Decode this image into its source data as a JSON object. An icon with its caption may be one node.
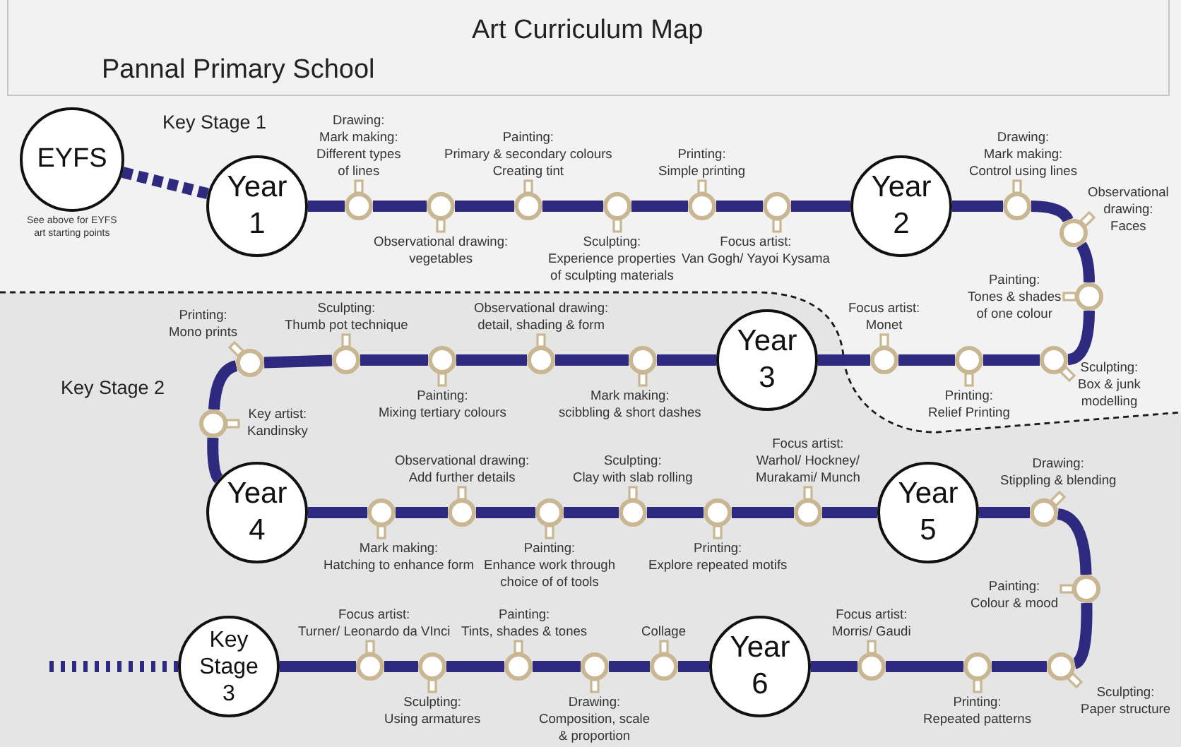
{
  "diagram": {
    "title": "Art Curriculum Map",
    "nodes": [
      {
        "text": [
          "EYFS"
        ],
        "beside": [
          "See above for EYFS art starting points"
        ]
      },
      {
        "text": [
          "Year 1"
        ]
      },
      {
        "text": [],
        "shape": "circle",
        "beside": [
          "Drawing: Mark making: Different types of lines"
        ]
      },
      {
        "text": [],
        "shape": "circle",
        "beside": [
          "Observational drawing: vegetables"
        ]
      },
      {
        "text": [],
        "shape": "circle",
        "beside": [
          "Painting: Primary & secondary colours Creating tint"
        ]
      },
      {
        "text": [],
        "shape": "circle",
        "beside": [
          "Sculpting: Experience properties of sculpting materials"
        ]
      },
      {
        "text": [],
        "shape": "circle",
        "beside": [
          "Printing: Simple printing"
        ]
      },
      {
        "text": [],
        "shape": "circle",
        "beside": [
          "Focus artist: Van Gogh/ Yayoi Kysama"
        ]
      },
      {
        "text": [
          "Year 2"
        ]
      },
      {
        "text": [],
        "shape": "circle",
        "beside": [
          "Drawing: Mark making: Control using lines"
        ]
      },
      {
        "text": [],
        "shape": "circle",
        "beside": [
          "Observational drawing: Faces"
        ]
      },
      {
        "text": [],
        "shape": "circle",
        "beside": [
          "Painting: Tones & shades of one colour"
        ]
      },
      {
        "text": [],
        "shape": "circle",
        "beside": [
          "Sculpting: Box & junk modelling"
        ]
      },
      {
        "text": [],
        "shape": "circle",
        "beside": [
          "Printing: Relief Printing"
        ]
      },
      {
        "text": [],
        "shape": "circle",
        "beside": [
          "Focus artist: Monet"
        ]
      },
      {
        "text": [
          "Year 3"
        ]
      },
      {
        "text": [],
        "shape": "circle",
        "beside": [
          "Mark making: scibbling & short dashes"
        ]
      },
      {
        "text": [],
        "shape": "circle",
        "beside": [
          "Observational drawing: detail, shading & form"
        ]
      },
      {
        "text": [],
        "shape": "circle",
        "beside": [
          "Painting: Mixing tertiary colours"
        ]
      },
      {
        "text": [],
        "shape": "circle",
        "beside": [
          "Sculpting: Thumb pot technique"
        ]
      },
      {
        "text": [],
        "shape": "circle",
        "beside": [
          "Printing: Mono prints"
        ]
      },
      {
        "text": [],
        "shape": "circle",
        "beside": [
          "Key artist: Kandinsky"
        ]
      },
      {
        "text": [
          "Year 4"
        ]
      },
      {
        "text": [],
        "shape": "circle",
        "beside": [
          "Mark making: Hatching to enhance form"
        ]
      },
      {
        "text": [],
        "shape": "circle",
        "beside": [
          "Observational drawing: Add further details"
        ]
      },
      {
        "text": [],
        "shape": "circle",
        "beside": [
          "Painting: Enhance work through choice of of tools"
        ]
      },
      {
        "text": [],
        "shape": "circle",
        "beside": [
          "Sculpting: Clay with slab rolling"
        ]
      },
      {
        "text": [],
        "shape": "circle",
        "beside": [
          "Printing: Explore repeated motifs"
        ]
      },
      {
        "text": [],
        "shape": "circle",
        "beside": [
          "Focus artist: Warhol/ Hockney/ Murakami/ Munch"
        ]
      },
      {
        "text": [
          "Year 5"
        ]
      },
      {
        "text": [],
        "shape": "circle",
        "beside": [
          "Drawing: Stippling & blending"
        ]
      },
      {
        "text": [],
        "shape": "circle",
        "beside": [
          "Painting: Colour & mood"
        ]
      },
      {
        "text": [],
        "shape": "circle",
        "beside": [
          "Sculpting: Paper structure"
        ]
      },
      {
        "text": [],
        "shape": "circle",
        "beside": [
          "Printing: Repeated patterns"
        ]
      },
      {
        "text": [],
        "shape": "circle",
        "beside": [
          "Focus artist: Morris/ Gaudi"
        ]
      },
      {
        "text": [
          "Year 6"
        ]
      },
      {
        "text": [],
        "shape": "circle",
        "beside": [
          "Collage"
        ]
      },
      {
        "text": [],
        "shape": "circle",
        "beside": [
          "Drawing: Composition, scale & proportion"
        ]
      },
      {
        "text": [],
        "shape": "circle",
        "beside": [
          "Painting: Tints, shades & tones"
        ]
      },
      {
        "text": [],
        "shape": "circle",
        "beside": [
          "Sculpting: Using armatures"
        ]
      },
      {
        "text": [],
        "shape": "circle",
        "beside": [
          "Focus artist: Turner/ Leonardo da VInci"
        ]
      },
      {
        "text": [
          "Key Stage 3"
        ]
      }
    ],
    "edges": [
      {
        "from": 0,
        "to": 1,
        "arrow": "none",
        "style": "dashed"
      },
      {
        "from": 1,
        "to": 2,
        "arrow": "none"
      },
      {
        "from": 2,
        "to": 3,
        "arrow": "none"
      },
      {
        "from": 3,
        "to": 4,
        "arrow": "none"
      },
      {
        "from": 4,
        "to": 5,
        "arrow": "none"
      },
      {
        "from": 5,
        "to": 6,
        "arrow": "none"
      },
      {
        "from": 6,
        "to": 7,
        "arrow": "none"
      },
      {
        "from": 7,
        "to": 8,
        "arrow": "none"
      },
      {
        "from": 8,
        "to": 9,
        "arrow": "none"
      },
      {
        "from": 9,
        "to": 10,
        "arrow": "none"
      },
      {
        "from": 10,
        "to": 11,
        "arrow": "none"
      },
      {
        "from": 11,
        "to": 12,
        "arrow": "none"
      },
      {
        "from": 12,
        "to": 13,
        "arrow": "none"
      },
      {
        "from": 13,
        "to": 14,
        "arrow": "none"
      },
      {
        "from": 14,
        "to": 15,
        "arrow": "none"
      },
      {
        "from": 15,
        "to": 16,
        "arrow": "none"
      },
      {
        "from": 16,
        "to": 17,
        "arrow": "none"
      },
      {
        "from": 17,
        "to": 18,
        "arrow": "none"
      },
      {
        "from": 18,
        "to": 19,
        "arrow": "none"
      },
      {
        "from": 19,
        "to": 20,
        "arrow": "none"
      },
      {
        "from": 20,
        "to": 21,
        "arrow": "none"
      },
      {
        "from": 21,
        "to": 22,
        "arrow": "none"
      },
      {
        "from": 22,
        "to": 23,
        "arrow": "none"
      },
      {
        "from": 23,
        "to": 24,
        "arrow": "none"
      },
      {
        "from": 24,
        "to": 25,
        "arrow": "none"
      },
      {
        "from": 25,
        "to": 26,
        "arrow": "none"
      },
      {
        "from": 26,
        "to": 27,
        "arrow": "none"
      },
      {
        "from": 27,
        "to": 28,
        "arrow": "none"
      },
      {
        "from": 28,
        "to": 29,
        "arrow": "none"
      },
      {
        "from": 29,
        "to": 30,
        "arrow": "none"
      },
      {
        "from": 30,
        "to": 31,
        "arrow": "none"
      },
      {
        "from": 31,
        "to": 32,
        "arrow": "none"
      },
      {
        "from": 32,
        "to": 33,
        "arrow": "none"
      },
      {
        "from": 33,
        "to": 34,
        "arrow": "none"
      },
      {
        "from": 34,
        "to": 35,
        "arrow": "none"
      },
      {
        "from": 35,
        "to": 36,
        "arrow": "none"
      },
      {
        "from": 36,
        "to": 37,
        "arrow": "none"
      },
      {
        "from": 37,
        "to": 38,
        "arrow": "none"
      },
      {
        "from": 38,
        "to": 39,
        "arrow": "none"
      },
      {
        "from": 39,
        "to": 40,
        "arrow": "none"
      },
      {
        "from": 40,
        "to": 41,
        "arrow": "none"
      },
      {
        "from": 41,
        "to": null,
        "arrow": "none",
        "style": "dashed"
      }
    ],
    "labels": [
      "Pannal Primary School",
      "Key Stage 1",
      "Key Stage 2"
    ]
  }
}
